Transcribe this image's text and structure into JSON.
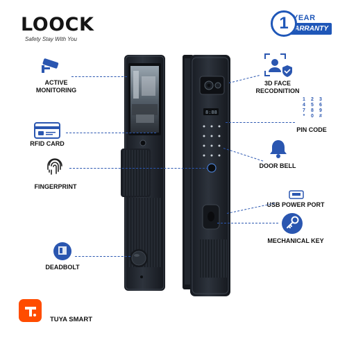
{
  "brand": {
    "name": "LOOCK",
    "slogan": "Safety Stay With You"
  },
  "warranty": {
    "number": "1",
    "year": "YEAR",
    "label": "WARRANTY"
  },
  "features": {
    "active_monitoring": "ACTIVE\nMONITORING",
    "rfid_card": "RFID CARD",
    "fingerprint": "FINGERPRINT",
    "deadbolt": "DEADBOLT",
    "face_recognition": "3D FACE\nRECODNITION",
    "pin_code": "PIN CODE",
    "door_bell": "DOOR BELL",
    "usb_power_port": "USB POWER PORT",
    "mechanical_key": "MECHANICAL KEY"
  },
  "keypad": [
    "1",
    "2",
    "3",
    "4",
    "5",
    "6",
    "7",
    "8",
    "9",
    "*",
    "0",
    "#"
  ],
  "tuya": {
    "label": "TUYA SMART"
  },
  "colors": {
    "accent": "#1f57b8",
    "lock_body": "#232830",
    "tuya": "#ff4c00"
  }
}
